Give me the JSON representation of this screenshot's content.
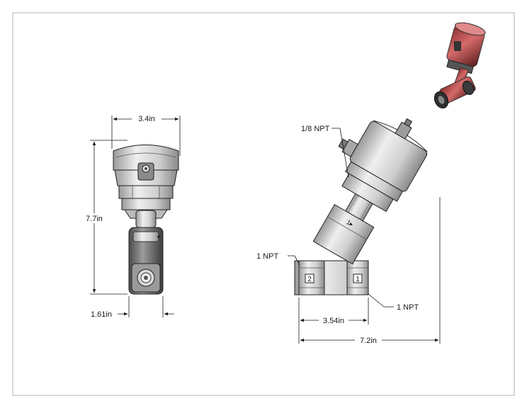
{
  "dimensions": {
    "front_width": "3.4in",
    "front_height": "7.7in",
    "front_body_width": "1.61in",
    "side_port_spacing": "3.54in",
    "side_overall_length": "7.2in"
  },
  "callouts": {
    "pilot_port": "1/8 NPT",
    "inlet_port": "1 NPT",
    "outlet_port": "1 NPT"
  },
  "port_labels": {
    "port_left": "2",
    "port_right": "1"
  },
  "flow_mark": "1▸",
  "colors": {
    "border": "#b0b0b0",
    "line": "#1a1a1a",
    "body_light": "#dcdcdc",
    "body_mid": "#b5b5b5",
    "body_dark": "#7a7a7a",
    "iso_red": "#c24a4a",
    "iso_dark": "#3a3a3a"
  }
}
